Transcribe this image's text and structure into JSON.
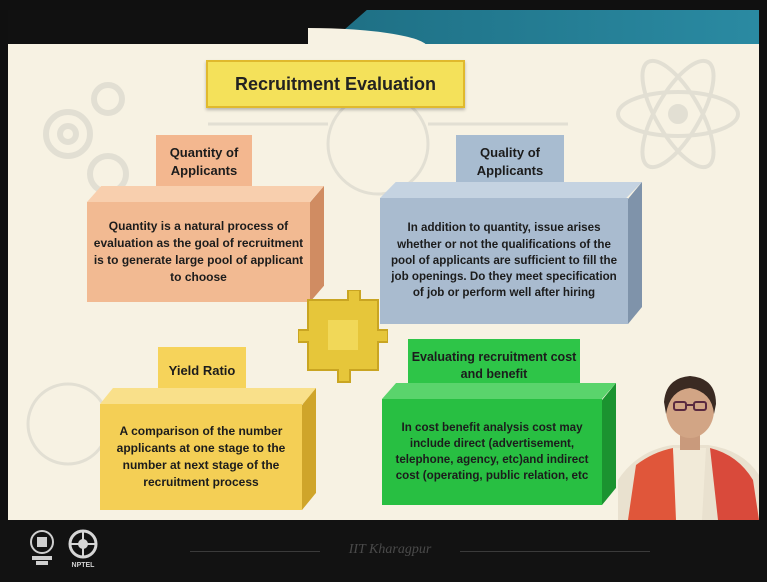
{
  "slide": {
    "title": "Recruitment Evaluation",
    "quantity": {
      "heading": "Quantity of Applicants",
      "body": "Quantity is a natural process of evaluation as the goal of recruitment is to generate large pool of applicant to choose"
    },
    "quality": {
      "heading": "Quality of Applicants",
      "body": "In addition to quantity, issue arises whether or not the qualifications of the pool of applicants are sufficient to fill the job openings. Do they meet specification of job or perform well after hiring"
    },
    "yield": {
      "heading": "Yield Ratio",
      "body": "A comparison of the number applicants at one stage to the number at next stage of the recruitment process"
    },
    "cost": {
      "heading": "Evaluating recruitment cost and benefit",
      "body": "In cost benefit analysis cost may include direct (advertisement, telephone, agency, etc)and indirect cost (operating, public relation, etc"
    }
  },
  "footer": {
    "institute": "IIT Kharagpur",
    "nptel_label": "NPTEL"
  },
  "colors": {
    "title_bg": "#f4e15a",
    "quantity": "#f2ba92",
    "quality": "#a9bbcf",
    "yield": "#f4cf55",
    "cost": "#28bf42",
    "header_teal": "#1e6f84"
  },
  "icons": [
    "gear-icon",
    "atom-icon",
    "puzzle-icon",
    "iit-emblem-icon",
    "nptel-logo-icon"
  ]
}
